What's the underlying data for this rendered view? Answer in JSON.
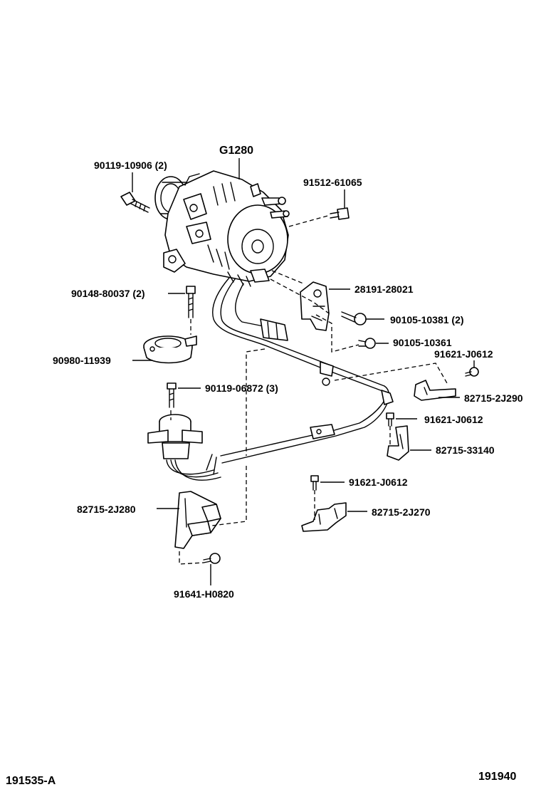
{
  "diagram": {
    "main_part": "G1280",
    "callouts": {
      "bolt_top_left": "90119-10906 (2)",
      "bolt_top_right": "91512-61065",
      "bolt_left": "90148-80037 (2)",
      "bracket_mid": "28191-28021",
      "bolt_mid_1": "90105-10381 (2)",
      "bolt_mid_2": "90105-10361",
      "grommet": "90980-11939",
      "bolt_right_1": "91621-J0612",
      "bolt_sensor": "90119-06872 (3)",
      "clamp_right_1": "82715-2J290",
      "bolt_right_2": "91621-J0612",
      "clamp_right_2": "82715-33140",
      "bolt_right_3": "91621-J0612",
      "clamp_left": "82715-2J280",
      "clamp_right_3": "82715-2J270",
      "bolt_bottom": "91641-H0820"
    }
  },
  "footer": {
    "left_code": "191535-A",
    "right_code": "191940"
  }
}
